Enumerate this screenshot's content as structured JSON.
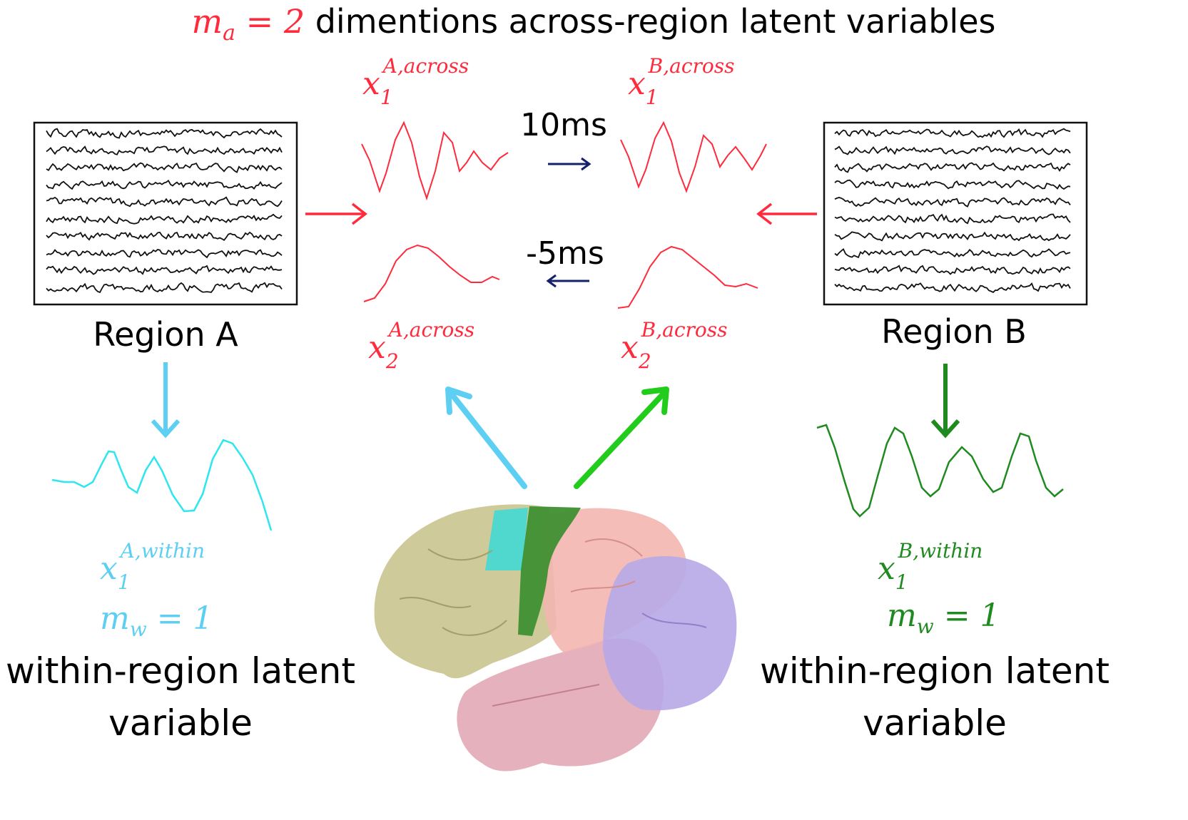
{
  "colors": {
    "red": "#ff2a3c",
    "navy": "#15206b",
    "cyan": "#2de6ee",
    "cyan_arrow": "#5ccff3",
    "green_dark": "#1f8a1f",
    "green_arrow": "#22cc1d",
    "black": "#000000"
  },
  "header": {
    "ma_label": "m",
    "ma_sub": "a",
    "ma_eq": " = 2",
    "title_text": " dimentions across-region latent variables"
  },
  "region_a": {
    "label": "Region A"
  },
  "region_b": {
    "label": "Region B"
  },
  "across": {
    "x1_A": {
      "var": "x",
      "sub": "1",
      "sup": "A,across"
    },
    "x1_B": {
      "var": "x",
      "sub": "1",
      "sup": "B,across"
    },
    "x2_A": {
      "var": "x",
      "sub": "2",
      "sup": "A,across"
    },
    "x2_B": {
      "var": "x",
      "sub": "2",
      "sup": "B,across"
    },
    "delay_1": "10ms",
    "delay_2": "-5ms"
  },
  "within_a": {
    "var": "x",
    "sub": "1",
    "sup": "A,within",
    "mw_label": "m",
    "mw_sub": "w",
    "mw_eq": " = 1",
    "desc_line1": "within-region latent",
    "desc_line2": "variable"
  },
  "within_b": {
    "var": "x",
    "sub": "1",
    "sup": "B,within",
    "mw_label": "m",
    "mw_sub": "w",
    "mw_eq": " = 1",
    "desc_line1": "within-region latent",
    "desc_line2": "variable"
  }
}
